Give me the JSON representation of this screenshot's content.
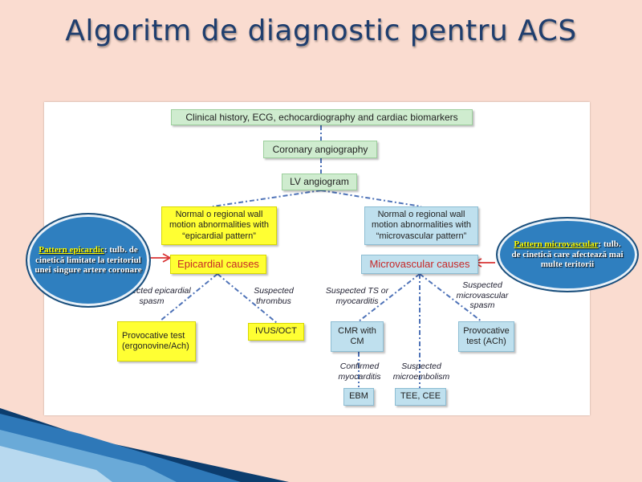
{
  "title": "Algoritm de diagnostic pentru ACS",
  "nodes": {
    "clinical": "Clinical history, ECG, echocardiography and cardiac biomarkers",
    "coronary": "Coronary angiography",
    "lv": "LV angiogram",
    "normal_epi": "Normal o regional wall motion abnormalities with “epicardial pattern”",
    "normal_micro": "Normal o regional wall motion abnormalities with “microvascular pattern”",
    "epicardial_causes": "Epicardial causes",
    "microvascular_causes": "Microvascular causes",
    "provocative_ergo": "Provocative test (ergonovine/Ach)",
    "ivus": "IVUS/OCT",
    "cmr": "CMR with CM",
    "provocative_ach": "Provocative test (ACh)",
    "ebm": "EBM",
    "tee": "TEE, CEE"
  },
  "edge_labels": {
    "spasm": "Suspected epicardial spasm",
    "thrombus": "Suspected thrombus",
    "ts": "Suspected TS or myocarditis",
    "micro_spasm": "Suspected microvascular spasm",
    "confirmed": "Confirmed myocarditis",
    "microembolism": "Suspected microembolism"
  },
  "callouts": {
    "left": {
      "highlight": "Pattern epicardic",
      "text": ": tulb. de cinetică limitate la teritoriul unei singure artere coronare"
    },
    "right": {
      "highlight": "Pattern microvascular",
      "text": ": tulb. de cinetică care afectează mai multe teritorii"
    }
  },
  "colors": {
    "title": "#1f3e6e",
    "connector": "#4f73b8",
    "arrow": "#d93535",
    "callout": "#2f7fbf"
  }
}
